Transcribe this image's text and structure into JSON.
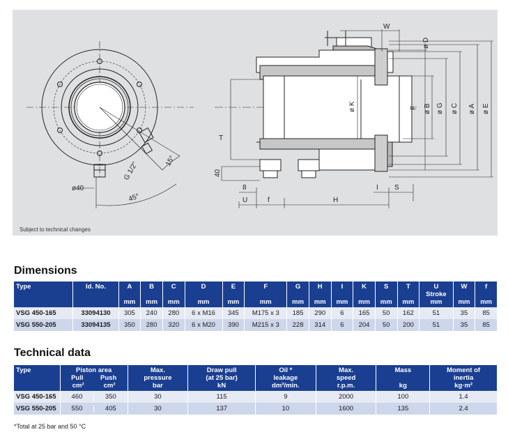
{
  "drawing": {
    "note": "Subject to technical changes",
    "labels": {
      "d40": "ø40",
      "g12": "G 1/2\"",
      "a15": "15°",
      "a45": "45°",
      "W": "W",
      "D": "ø D",
      "K": "ø K",
      "F": "F",
      "B": "ø B",
      "G": "ø G",
      "C": "ø C",
      "A": "ø A",
      "E": "ø E",
      "T": "T",
      "n40": "40",
      "n8": "8",
      "U": "U",
      "f": "f",
      "H": "H",
      "I": "I",
      "S": "S"
    }
  },
  "dimensions": {
    "title": "Dimensions",
    "headers": [
      {
        "label": "Type",
        "unit": ""
      },
      {
        "label": "Id. No.",
        "unit": ""
      },
      {
        "label": "A",
        "unit": "mm"
      },
      {
        "label": "B",
        "unit": "mm"
      },
      {
        "label": "C",
        "unit": "mm"
      },
      {
        "label": "D",
        "unit": "mm"
      },
      {
        "label": "E",
        "unit": "mm"
      },
      {
        "label": "F",
        "unit": "mm"
      },
      {
        "label": "G",
        "unit": "mm"
      },
      {
        "label": "H",
        "unit": "mm"
      },
      {
        "label": "I",
        "unit": "mm"
      },
      {
        "label": "K",
        "unit": "mm"
      },
      {
        "label": "S",
        "unit": "mm"
      },
      {
        "label": "T",
        "unit": "mm"
      },
      {
        "label": "U",
        "label2": "Stroke",
        "unit": "mm"
      },
      {
        "label": "W",
        "unit": "mm"
      },
      {
        "label": "f",
        "unit": "mm"
      }
    ],
    "rows": [
      [
        "VSG 450-165",
        "33094130",
        "305",
        "240",
        "280",
        "6 x M16",
        "345",
        "M175 x 3",
        "185",
        "290",
        "6",
        "165",
        "50",
        "162",
        "51",
        "35",
        "85"
      ],
      [
        "VSG 550-205",
        "33094135",
        "350",
        "280",
        "320",
        "6 x M20",
        "390",
        "M215 x 3",
        "228",
        "314",
        "6",
        "204",
        "50",
        "200",
        "51",
        "35",
        "85"
      ]
    ]
  },
  "technical": {
    "title": "Technical data",
    "headers": {
      "type": "Type",
      "piston": "Piston area",
      "pull": "Pull",
      "push": "Push",
      "cm2": "cm²",
      "maxp1": "Max.",
      "maxp2": "pressure",
      "maxp3": "bar",
      "draw1": "Draw pull",
      "draw2": "(at 25 bar)",
      "draw3": "kN",
      "oil1": "Oil *",
      "oil2": "leakage",
      "oil3": "dm³/min.",
      "speed1": "Max.",
      "speed2": "speed",
      "speed3": "r.p.m.",
      "mass1": "Mass",
      "mass3": "kg",
      "moment1": "Moment of",
      "moment2": "inertia",
      "moment3": "kg·m²"
    },
    "rows": [
      [
        "VSG 450-165",
        "460",
        "350",
        "30",
        "115",
        "9",
        "2000",
        "100",
        "1.4"
      ],
      [
        "VSG 550-205",
        "550",
        "405",
        "30",
        "137",
        "10",
        "1600",
        "135",
        "2.4"
      ]
    ],
    "footnote": "*Total at 25 bar and 50 °C"
  }
}
